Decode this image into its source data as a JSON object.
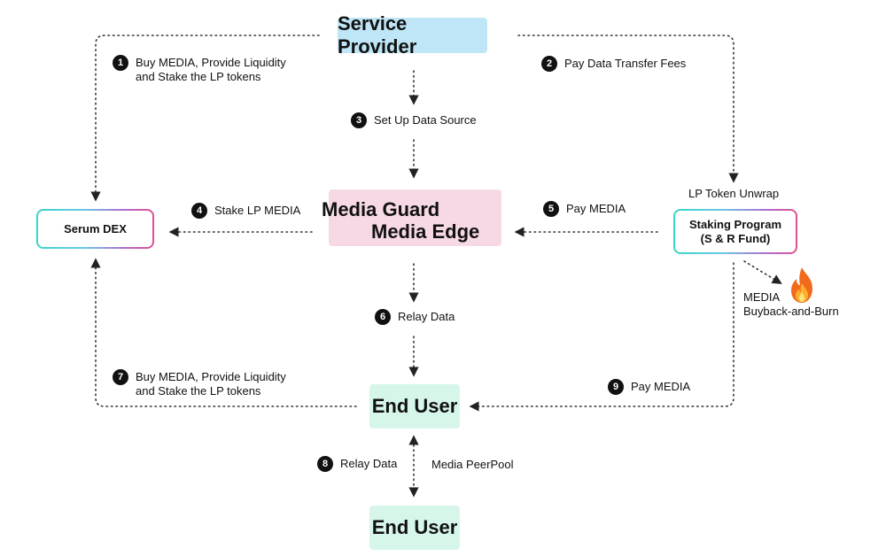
{
  "nodes": {
    "service_provider": "Service Provider",
    "media_guard": "Media Guard",
    "media_edge": "Media Edge",
    "serum_dex": "Serum DEX",
    "staking_program_line1": "Staking Program",
    "staking_program_line2": "(S & R Fund)",
    "end_user_1": "End User",
    "end_user_2": "End User"
  },
  "steps": [
    {
      "num": "1",
      "line1": "Buy MEDIA, Provide Liquidity",
      "line2": "and Stake the LP tokens"
    },
    {
      "num": "2",
      "line1": "Pay Data Transfer Fees"
    },
    {
      "num": "3",
      "line1": "Set Up Data Source"
    },
    {
      "num": "4",
      "line1": "Stake LP MEDIA"
    },
    {
      "num": "5",
      "line1": "Pay MEDIA"
    },
    {
      "num": "6",
      "line1": "Relay Data"
    },
    {
      "num": "7",
      "line1": "Buy MEDIA, Provide Liquidity",
      "line2": "and Stake the LP tokens"
    },
    {
      "num": "8",
      "line1": "Relay Data"
    },
    {
      "num": "9",
      "line1": "Pay MEDIA"
    }
  ],
  "labels": {
    "lp_unwrap": "LP Token Unwrap",
    "buyback_line1": "MEDIA",
    "buyback_line2": "Buyback-and-Burn",
    "peerpool": "Media PeerPool"
  },
  "icons": {
    "fire": "fire-icon"
  },
  "colors": {
    "service_provider_bg": "#bfe6f6",
    "media_guard_bg": "#f7d9e6",
    "end_user_bg": "#d6f6ea"
  }
}
